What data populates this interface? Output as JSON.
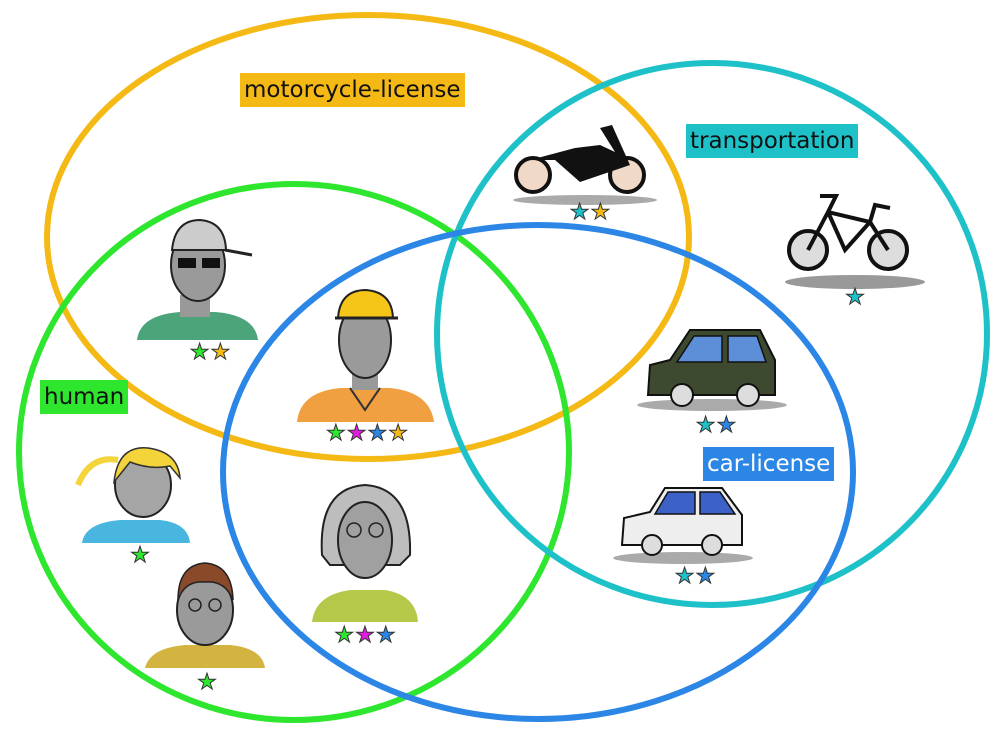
{
  "colors": {
    "human": "#2ee62e",
    "motorcycle": "#f5b915",
    "car": "#2b86e6",
    "transport": "#1fc1c9",
    "magenta": "#e31ce3"
  },
  "sets": {
    "motorcycle_license": "motorcycle-license",
    "transportation": "transportation",
    "human": "human",
    "car_license": "car-license"
  },
  "items": [
    {
      "name": "cap-man",
      "stars": [
        "human",
        "motorcycle"
      ]
    },
    {
      "name": "construction-worker",
      "stars": [
        "human",
        "magenta",
        "car",
        "motorcycle"
      ]
    },
    {
      "name": "blonde-girl",
      "stars": [
        "human"
      ]
    },
    {
      "name": "curly-boy",
      "stars": [
        "human"
      ]
    },
    {
      "name": "grey-haired-woman",
      "stars": [
        "human",
        "magenta",
        "car"
      ]
    },
    {
      "name": "motorcycle",
      "stars": [
        "transport",
        "motorcycle"
      ]
    },
    {
      "name": "bicycle",
      "stars": [
        "transport"
      ]
    },
    {
      "name": "green-car",
      "stars": [
        "transport",
        "car"
      ]
    },
    {
      "name": "white-car",
      "stars": [
        "transport",
        "car"
      ]
    }
  ]
}
